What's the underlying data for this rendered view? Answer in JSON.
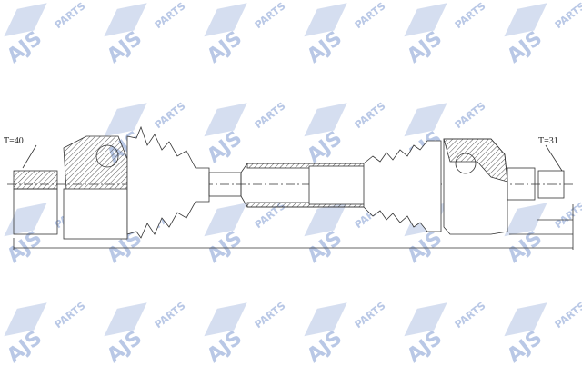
{
  "diagram": {
    "watermark": {
      "brand": "AJS",
      "suffix": "PARTS",
      "color": "#b9c8e6"
    },
    "labels": {
      "left_spline": "T=40",
      "right_spline": "T=31"
    },
    "line_color": "#333333",
    "hatch_color": "#555555"
  }
}
